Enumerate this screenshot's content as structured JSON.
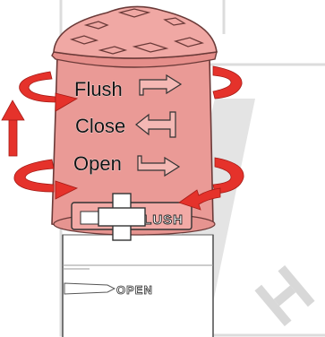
{
  "labels": {
    "flush": "Flush",
    "close": "Close",
    "open": "Open",
    "plate_flush": "FLUSH",
    "sleeve_open": "OPEN"
  },
  "colors": {
    "cap_fill": "#ea9a96",
    "cap_stroke": "#6b3a38",
    "arrow_red": "#e5322b",
    "frame_gray": "#dcdcdc",
    "stripe_gray": "#e4e4e4"
  },
  "icons": {
    "rotate_arrows": "curved-rotate-arrow-icon",
    "lift_arrow": "up-arrow-icon",
    "push_arrow": "push-arrow-icon",
    "logo": "h-logo-icon"
  }
}
